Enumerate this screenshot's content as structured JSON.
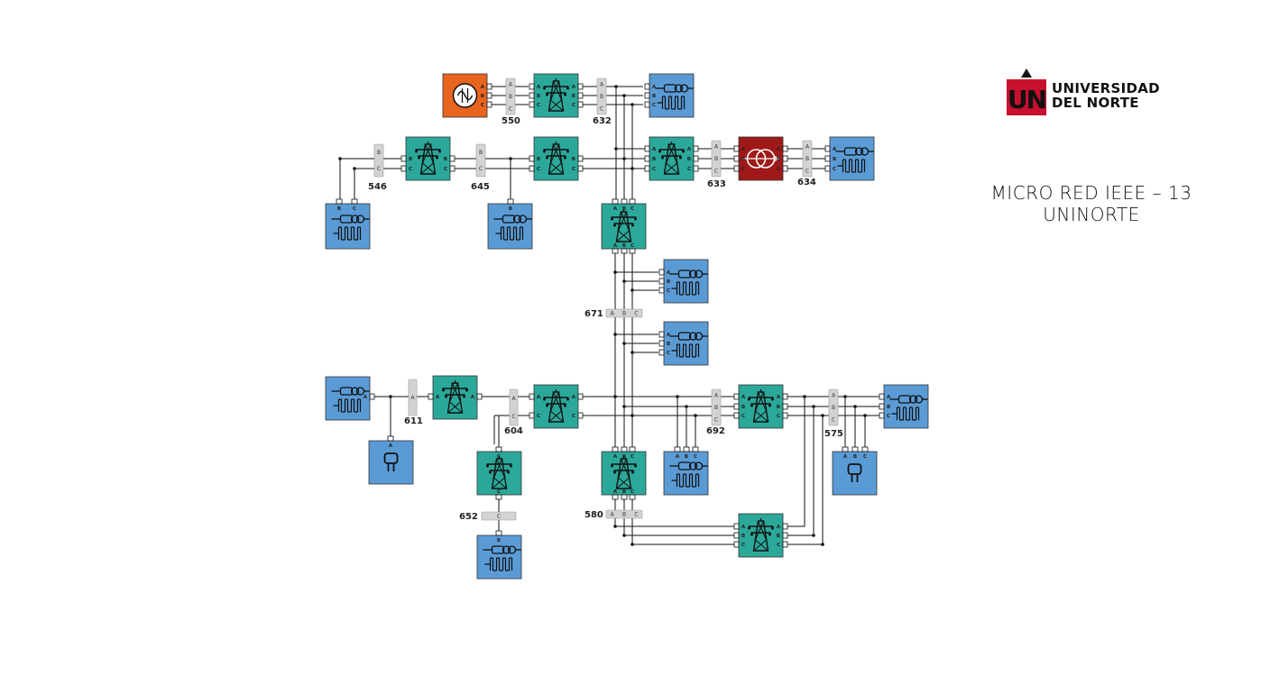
{
  "title": {
    "line1": "MICRO RED IEEE – 13",
    "line2": "UNINORTE"
  },
  "logo": {
    "line1": "UNIVERSIDAD",
    "line2": "DEL  NORTE",
    "mark": "UN"
  },
  "colors": {
    "line_block": "#2ba89a",
    "load_block": "#5b9bd5",
    "source_block": "#e8641f",
    "transformer_block": "#a01919",
    "bus_bar": "#d3d3d3",
    "wire": "#111111",
    "logo_red": "#c8102e"
  },
  "buses": [
    {
      "id": "550",
      "ports": [
        "A",
        "B",
        "C"
      ]
    },
    {
      "id": "632",
      "ports": [
        "A",
        "B",
        "C"
      ]
    },
    {
      "id": "633",
      "ports": [
        "A",
        "B",
        "C"
      ]
    },
    {
      "id": "634",
      "ports": [
        "A",
        "B",
        "C"
      ]
    },
    {
      "id": "546",
      "ports": [
        "B",
        "C"
      ]
    },
    {
      "id": "645",
      "ports": [
        "B",
        "C"
      ]
    },
    {
      "id": "671",
      "ports": [
        "A",
        "B",
        "C"
      ]
    },
    {
      "id": "611",
      "ports": [
        "A"
      ]
    },
    {
      "id": "604",
      "ports": [
        "A",
        "C"
      ]
    },
    {
      "id": "692",
      "ports": [
        "A",
        "B",
        "C"
      ]
    },
    {
      "id": "575",
      "ports": [
        "A",
        "B",
        "C"
      ]
    },
    {
      "id": "652",
      "ports": [
        "C"
      ]
    },
    {
      "id": "580",
      "ports": [
        "A",
        "B",
        "C"
      ]
    }
  ],
  "block_types": {
    "source": "ac-voltage-source-icon",
    "line": "transmission-tower-icon",
    "load": "rlc-load-icon",
    "transformer": "transformer-icon",
    "capacitor": "capacitor-load-icon"
  }
}
